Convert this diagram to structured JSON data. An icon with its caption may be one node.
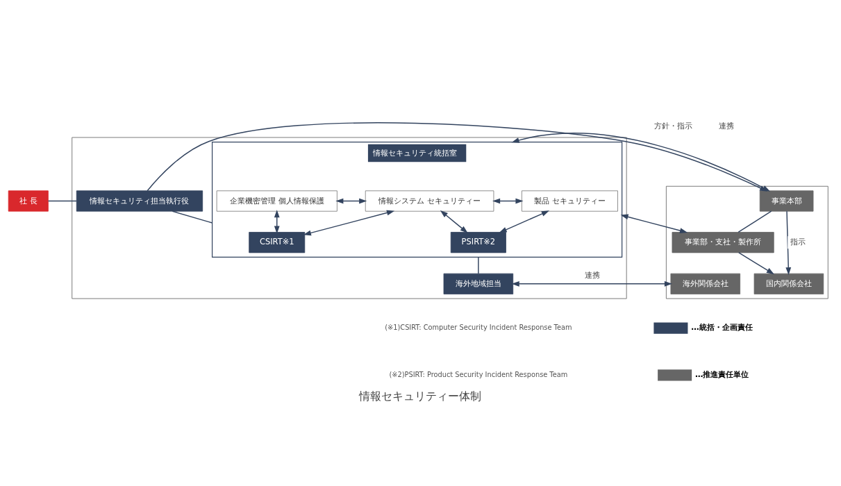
{
  "diagram": {
    "caption": "情報セキュリティー体制",
    "nodes": [
      {
        "text": [
          "社 長"
        ]
      },
      {
        "text": [],
        "shape": "box"
      },
      {
        "text": [
          "情報セキュリティ担当執行役"
        ],
        "in": 1
      },
      {
        "text": [
          "情報セキュリティ統括室"
        ],
        "in": 1
      },
      {
        "text": [
          "企業機密管理 個人情報保護"
        ],
        "in": 3
      },
      {
        "text": [
          "情報システム セキュリティー"
        ],
        "in": 3
      },
      {
        "text": [
          "製品 セキュリティー"
        ],
        "in": 3
      },
      {
        "text": [
          "CSIRT※1"
        ],
        "in": 3
      },
      {
        "text": [
          "PSIRT※2"
        ],
        "in": 3
      },
      {
        "text": [
          "海外地域担当"
        ],
        "in": 1
      },
      {
        "text": [],
        "shape": "box"
      },
      {
        "text": [
          "事業本部"
        ],
        "in": 10
      },
      {
        "text": [
          "事業部・支社・製作所"
        ],
        "in": 10
      },
      {
        "text": [
          "国内関係会社"
        ],
        "in": 10
      },
      {
        "text": [
          "海外関係会社"
        ],
        "in": 10
      }
    ],
    "edges": [
      {
        "from": 0,
        "to": 2,
        "arrow": "none"
      },
      {
        "from": 2,
        "to": 3,
        "arrow": "none"
      },
      {
        "from": 3,
        "to": 9,
        "arrow": "none"
      },
      {
        "from": 2,
        "to": 11,
        "arrow": "to",
        "label": "方針・指示"
      },
      {
        "from": 3,
        "to": 11,
        "arrow": "both",
        "label": "連携"
      },
      {
        "from": 3,
        "to": 12,
        "arrow": "both"
      },
      {
        "from": 4,
        "to": 5,
        "arrow": "both"
      },
      {
        "from": 5,
        "to": 6,
        "arrow": "both"
      },
      {
        "from": 4,
        "to": 7,
        "arrow": "both"
      },
      {
        "from": 5,
        "to": 7,
        "arrow": "both"
      },
      {
        "from": 5,
        "to": 8,
        "arrow": "both"
      },
      {
        "from": 6,
        "to": 8,
        "arrow": "both"
      },
      {
        "from": 11,
        "to": 12,
        "arrow": "none"
      },
      {
        "from": 12,
        "to": 13,
        "arrow": "to"
      },
      {
        "from": 11,
        "to": 13,
        "arrow": "to",
        "label": "指示"
      },
      {
        "from": 9,
        "to": 14,
        "arrow": "both",
        "label": "連携"
      }
    ],
    "labels": [
      "(※1)CSIRT: Computer Security Incident Response Team",
      "(※2)PSIRT: Product Security Incident Response Team"
    ],
    "legend": [
      {
        "text": "…統括・企画責任",
        "color": "#33445f"
      },
      {
        "text": "…推進責任単位",
        "color": "#666666"
      }
    ]
  }
}
